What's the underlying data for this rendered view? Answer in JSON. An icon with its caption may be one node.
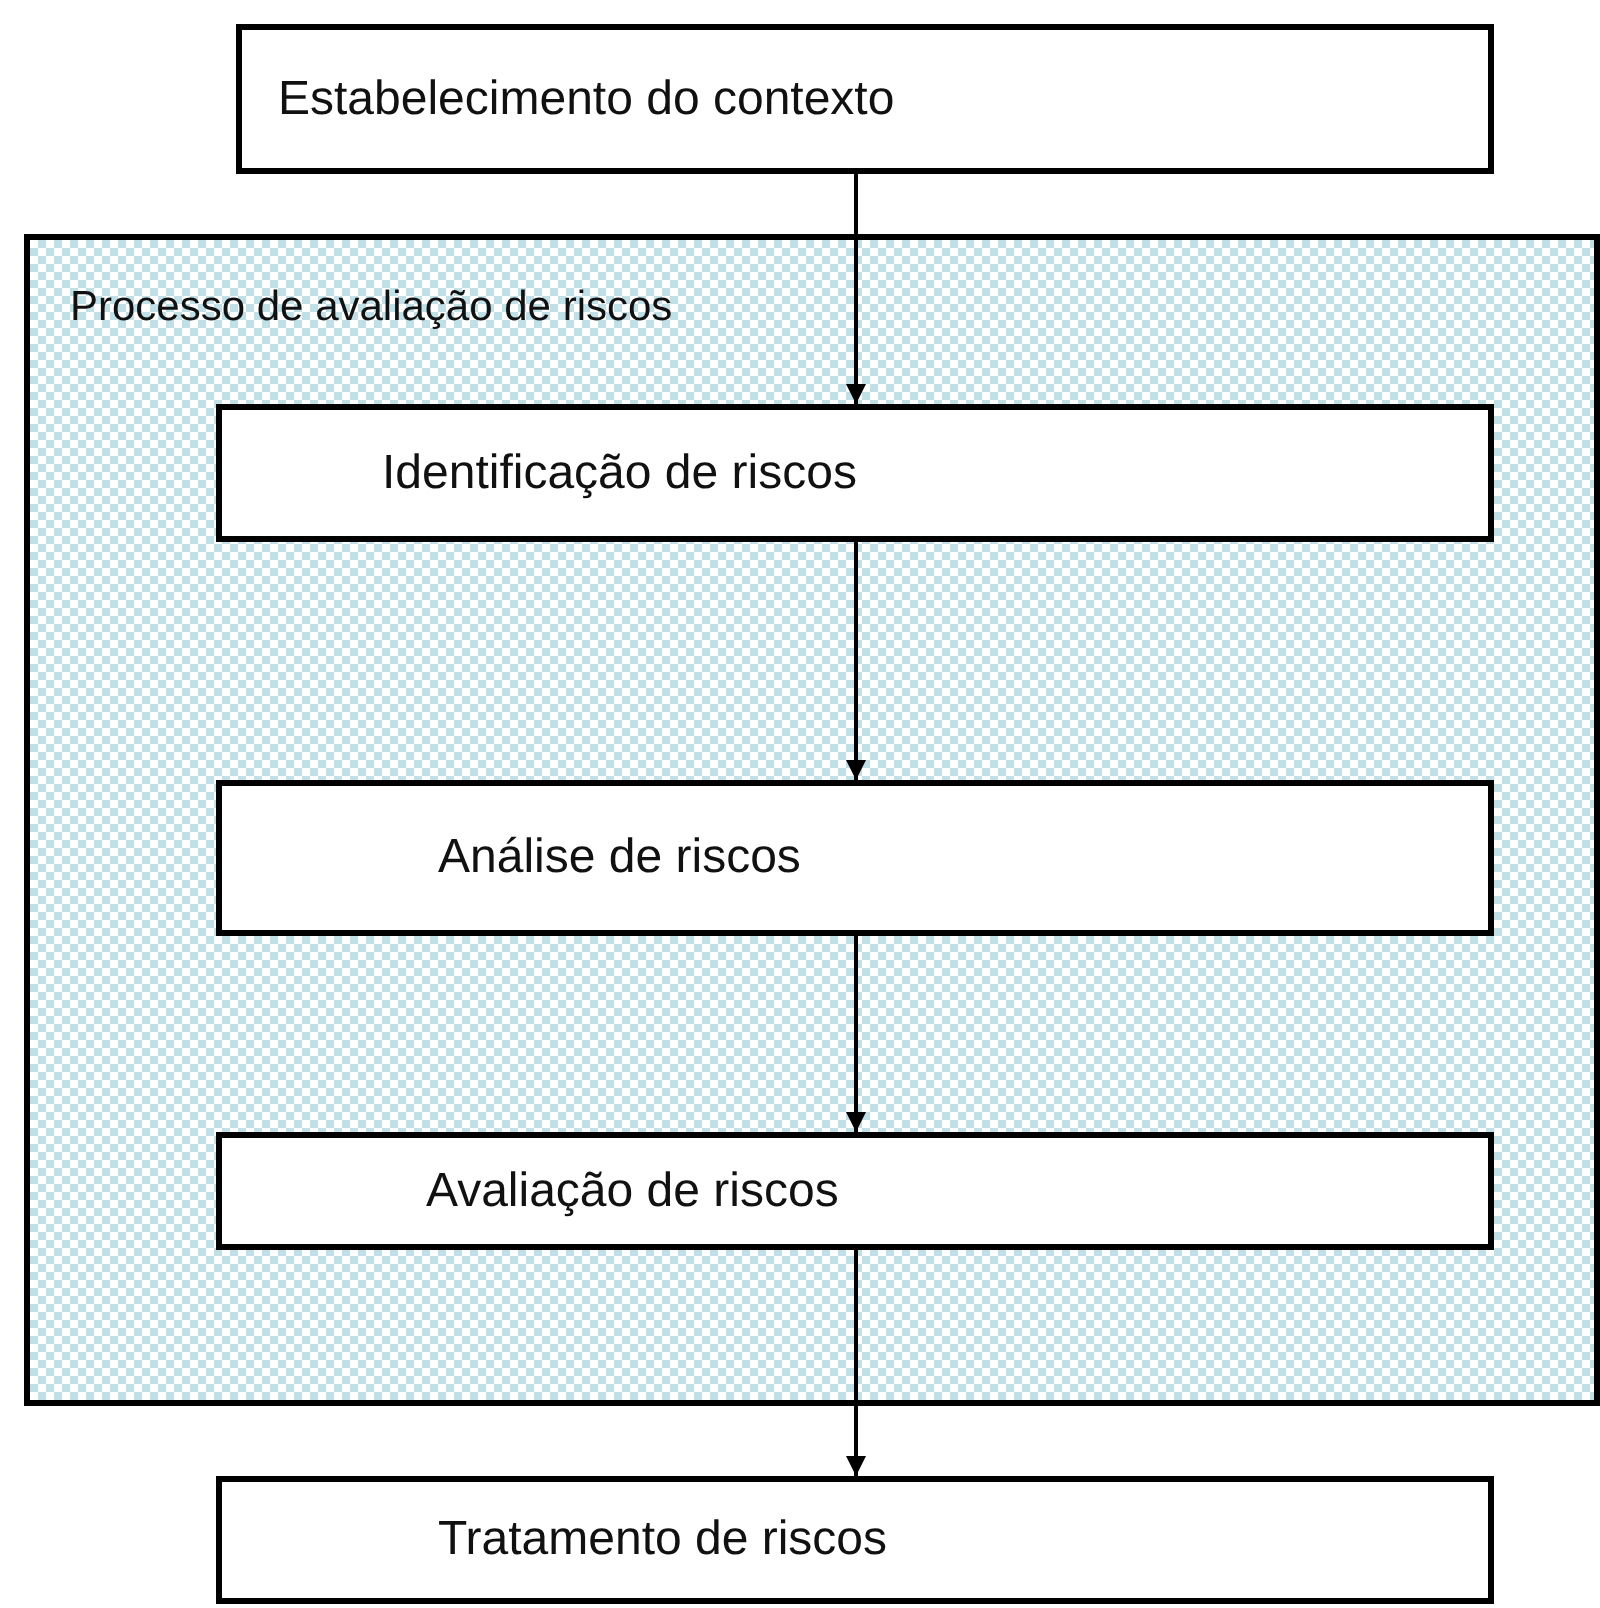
{
  "diagram": {
    "nodes": [
      {
        "text": [
          "Estabelecimento do contexto"
        ]
      },
      {
        "text": [
          "Processo de avaliação de riscos"
        ]
      },
      {
        "text": [
          "Identificação de riscos"
        ],
        "in": 1
      },
      {
        "text": [
          "Análise de riscos"
        ],
        "in": 1
      },
      {
        "text": [
          "Avaliação de riscos"
        ],
        "in": 1
      },
      {
        "text": [
          "Tratamento de riscos"
        ]
      }
    ],
    "edges": [
      {
        "from": 0,
        "to": 2,
        "arrow": "to"
      },
      {
        "from": 2,
        "to": 3,
        "arrow": "to"
      },
      {
        "from": 3,
        "to": 4,
        "arrow": "to"
      },
      {
        "from": 4,
        "to": 5,
        "arrow": "to"
      }
    ]
  }
}
